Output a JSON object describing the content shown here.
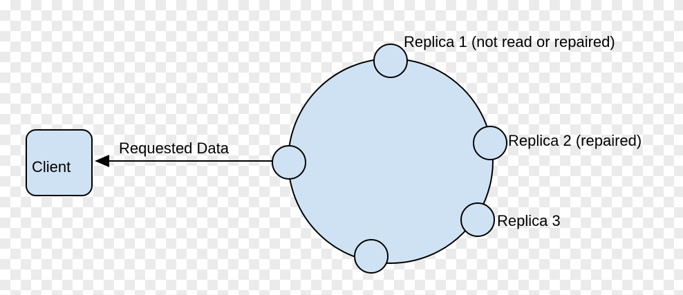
{
  "diagram": {
    "title": "replica-ring-read-repair-diagram",
    "client": {
      "label": "Client"
    },
    "arrow": {
      "label": "Requested Data"
    },
    "nodes": [
      {
        "label": "Replica 1 (not read or repaired)"
      },
      {
        "label": "Replica 2  (repaired)"
      },
      {
        "label": "Replica 3"
      }
    ],
    "colors": {
      "node_fill": "#cfe2f3",
      "stroke": "#000000"
    }
  }
}
